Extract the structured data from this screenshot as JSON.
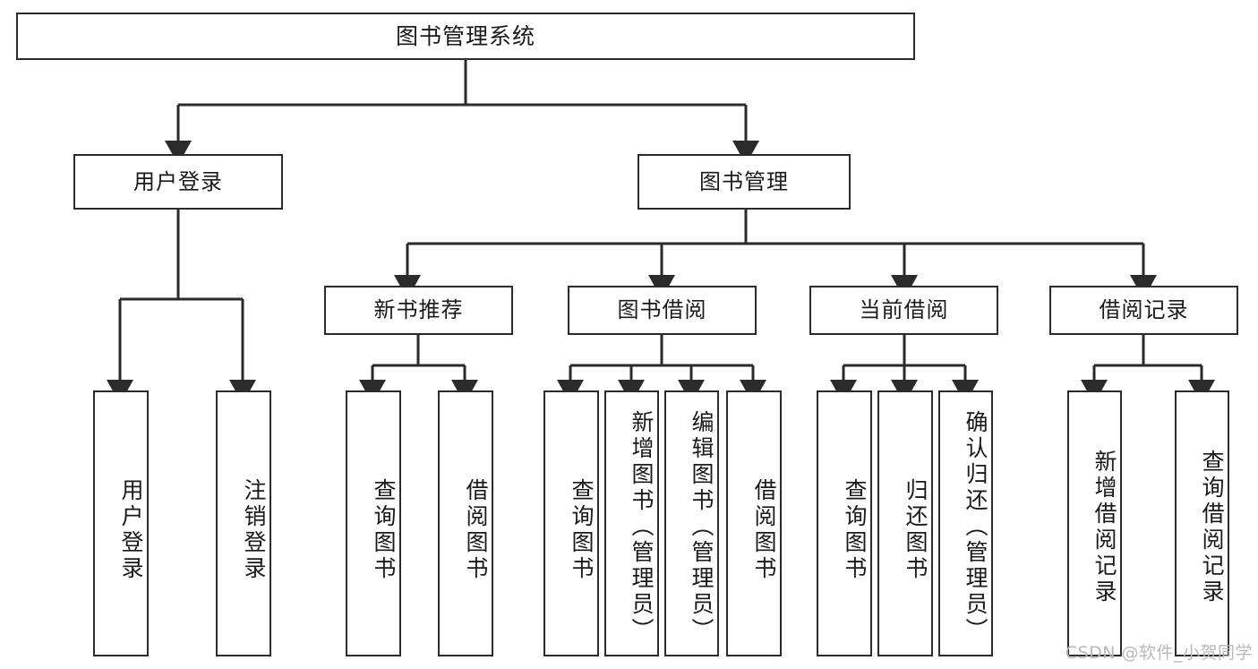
{
  "diagram": {
    "type": "tree-hierarchy",
    "title": "图书管理系统",
    "root": {
      "label": "图书管理系统"
    },
    "level2": [
      {
        "id": "user-login",
        "label": "用户登录"
      },
      {
        "id": "book-management",
        "label": "图书管理"
      }
    ],
    "level3": [
      {
        "id": "new-book-recommend",
        "label": "新书推荐",
        "parent": "book-management"
      },
      {
        "id": "book-borrow",
        "label": "图书借阅",
        "parent": "book-management"
      },
      {
        "id": "current-borrow",
        "label": "当前借阅",
        "parent": "book-management"
      },
      {
        "id": "borrow-record",
        "label": "借阅记录",
        "parent": "book-management"
      }
    ],
    "leaves": [
      {
        "id": "leaf-user-login",
        "label": "用户登录",
        "parent": "user-login"
      },
      {
        "id": "leaf-logout-login",
        "label": "注销登录",
        "parent": "user-login"
      },
      {
        "id": "leaf-query-book-1",
        "label": "查询图书",
        "parent": "new-book-recommend"
      },
      {
        "id": "leaf-borrow-book-1",
        "label": "借阅图书",
        "parent": "new-book-recommend"
      },
      {
        "id": "leaf-query-book-2",
        "label": "查询图书",
        "parent": "book-borrow"
      },
      {
        "id": "leaf-add-book",
        "label": "新增图书（管理员）",
        "parent": "book-borrow"
      },
      {
        "id": "leaf-edit-book",
        "label": "编辑图书（管理员）",
        "parent": "book-borrow"
      },
      {
        "id": "leaf-borrow-book-2",
        "label": "借阅图书",
        "parent": "book-borrow"
      },
      {
        "id": "leaf-query-book-3",
        "label": "查询图书",
        "parent": "current-borrow"
      },
      {
        "id": "leaf-return-book",
        "label": "归还图书",
        "parent": "current-borrow"
      },
      {
        "id": "leaf-confirm-return",
        "label": "确认归还（管理员）",
        "parent": "current-borrow"
      },
      {
        "id": "leaf-add-borrow-record",
        "label": "新增借阅记录",
        "parent": "borrow-record"
      },
      {
        "id": "leaf-query-borrow-record",
        "label": "查询借阅记录",
        "parent": "borrow-record"
      }
    ],
    "colors": {
      "stroke": "#2b2b2b",
      "background": "#ffffff",
      "text": "#1a1a1a",
      "watermark": "#b9b9b9"
    }
  },
  "watermark": {
    "text": "CSDN @软件_小贺同学"
  }
}
